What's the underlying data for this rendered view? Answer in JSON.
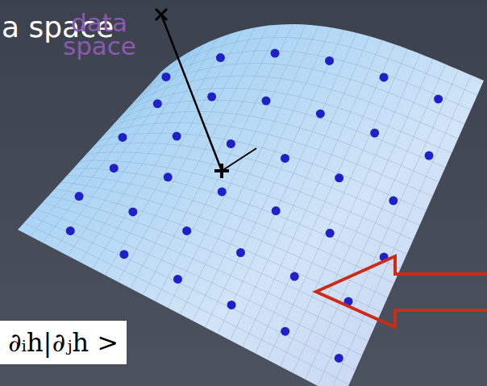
{
  "diagram": {
    "nodes": [
      {
        "text": [
          "∂ᵢh|∂ⱼh >"
        ]
      }
    ],
    "labels": [
      "a space",
      "data space"
    ]
  }
}
